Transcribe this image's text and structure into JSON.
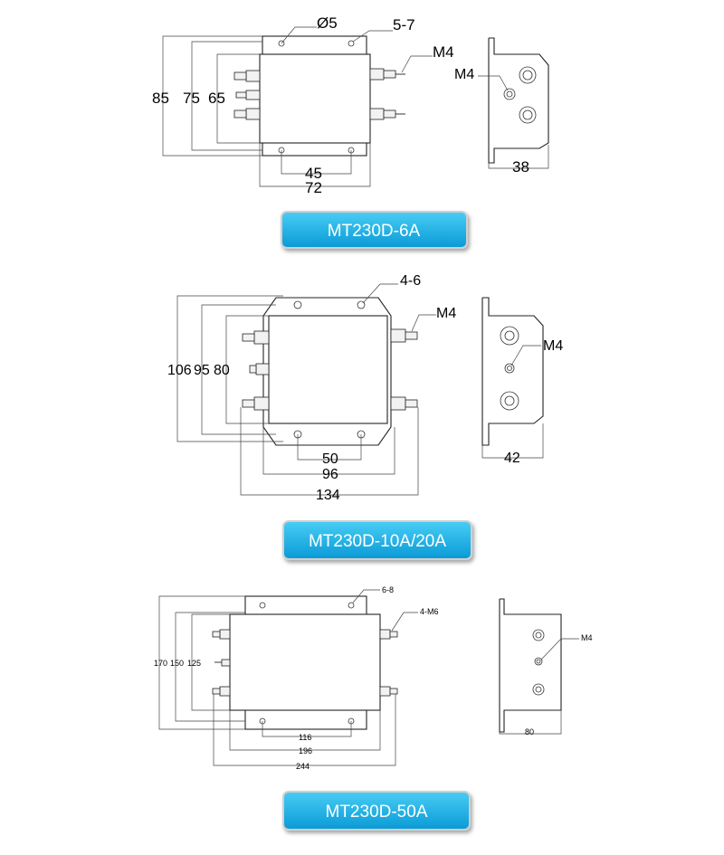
{
  "colors": {
    "badge_top": "#3fc7f2",
    "badge_bottom": "#0a9fd9",
    "badge_border": "#d6d6d6",
    "line": "#222222"
  },
  "drawing_1": {
    "model": "MT230D-6A",
    "hole_dia": "Ø5",
    "slot": "5-7",
    "thread": "M4",
    "ground_thread": "M4",
    "heights": [
      "85",
      "75",
      "65"
    ],
    "width_inner": "45",
    "width_outer": "72",
    "depth": "38"
  },
  "drawing_2": {
    "model": "MT230D-10A/20A",
    "slot": "4-6",
    "thread": "M4",
    "ground_thread": "M4",
    "heights": [
      "106",
      "95",
      "80"
    ],
    "width_inner": "50",
    "width_mid": "96",
    "width_outer": "134",
    "depth": "42"
  },
  "drawing_3": {
    "model": "MT230D-50A",
    "slot": "6-8",
    "thread": "4-M6",
    "ground_thread": "M4",
    "heights": [
      "170",
      "150",
      "125"
    ],
    "width_inner": "116",
    "width_mid": "196",
    "width_outer": "244",
    "depth": "80"
  }
}
